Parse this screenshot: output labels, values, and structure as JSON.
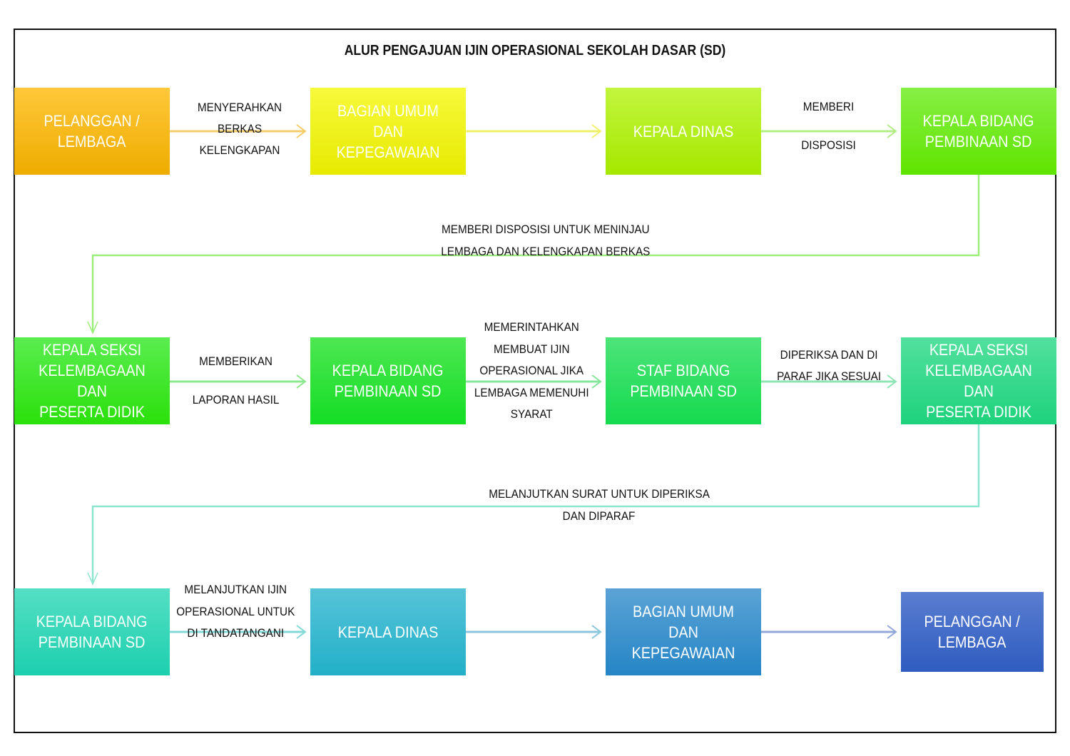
{
  "title": "ALUR PENGAJUAN IJIN OPERASIONAL SEKOLAH DASAR (SD)",
  "rows": [
    {
      "boxes": [
        {
          "label": "PELANGGAN /\nLEMBAGA",
          "color_top": "#ffc83a",
          "color_bottom": "#eeac00"
        },
        {
          "label": "BAGIAN UMUM\nDAN KEPEGAWAIAN",
          "color_top": "#f7f93c",
          "color_bottom": "#e7ea00"
        },
        {
          "label": "KEPALA DINAS",
          "color_top": "#c2f53e",
          "color_bottom": "#a6e800"
        },
        {
          "label": "KEPALA BIDANG\nPEMBINAAN SD",
          "color_top": "#87ef45",
          "color_bottom": "#5fe400"
        }
      ],
      "connectors": [
        {
          "label": "MENYERAHKAN BERKAS\nKELENGKAPAN",
          "color": "#f6cb6a"
        },
        {
          "label": "",
          "color": "#eef06a"
        },
        {
          "label": "MEMBERI\n\nDISPOSISI",
          "color": "#b4ec84"
        }
      ]
    },
    {
      "boxes": [
        {
          "label": "KEPALA SEKSI\nKELEMBAGAAN DAN\nPESERTA DIDIK",
          "color_top": "#5aed50",
          "color_bottom": "#2be00b"
        },
        {
          "label": "KEPALA BIDANG\nPEMBINAAN SD",
          "color_top": "#4ee752",
          "color_bottom": "#14dd24"
        },
        {
          "label": "STAF BIDANG\nPEMBINAAN SD",
          "color_top": "#4ee47a",
          "color_bottom": "#15da4e"
        },
        {
          "label": "KEPALA SEKSI\nKELEMBAGAAN DAN\nPESERTA DIDIK",
          "color_top": "#52e09e",
          "color_bottom": "#1ed27c"
        }
      ],
      "connectors": [
        {
          "label": "MEMBERIKAN\n\nLAPORAN HASIL",
          "color": "#8de88c"
        },
        {
          "label": "MEMERINTAHKAN\nMEMBUAT IJIN\nOPERASIONAL JIKA\nLEMBAGA MEMENUHI\nSYARAT",
          "color": "#86e69c"
        },
        {
          "label": "DIPERIKSA DAN DI\nPARAF JIKA SESUAI",
          "color": "#8ee4b4"
        }
      ]
    },
    {
      "boxes": [
        {
          "label": "KEPALA BIDANG\nPEMBINAAN SD",
          "color_top": "#55dfc4",
          "color_bottom": "#1ccfae"
        },
        {
          "label": "KEPALA DINAS",
          "color_top": "#56c3d8",
          "color_bottom": "#22b0c8"
        },
        {
          "label": "BAGIAN UMUM\nDAN KEPEGAWAIAN",
          "color_top": "#5ba3d6",
          "color_bottom": "#2585c6"
        },
        {
          "label": "PELANGGAN /\nLEMBAGA",
          "color_top": "#5a7ed0",
          "color_bottom": "#2f5cc0"
        }
      ],
      "connectors": [
        {
          "label": "MELANJUTKAN IJIN\nOPERASIONAL UNTUK\nDI TANDATANGANI",
          "color": "#84d8d8"
        },
        {
          "label": "",
          "color": "#8cc6dc"
        },
        {
          "label": "",
          "color": "#93a8d8"
        }
      ]
    }
  ],
  "return_connectors": [
    {
      "label": "MEMBERI DISPOSISI UNTUK MENINJAU\nLEMBAGA DAN KELENGKAPAN BERKAS",
      "color": "#9ded7a"
    },
    {
      "label_above": "MELANJUTKAN SURAT UNTUK DIPERIKSA",
      "label_below": "DAN DIPARAF",
      "color": "#8de4cf"
    }
  ]
}
